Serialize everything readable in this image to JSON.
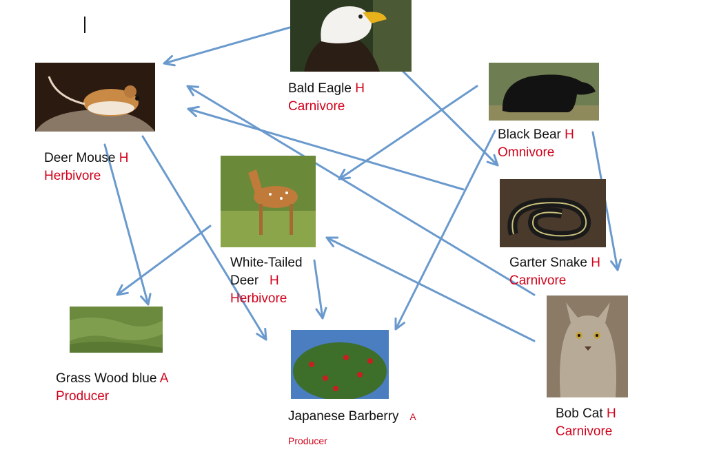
{
  "organisms": [
    {
      "id": "bald-eagle",
      "name": "Bald Eagle",
      "tag": "H",
      "role": "Carnivore"
    },
    {
      "id": "deer-mouse",
      "name": "Deer Mouse",
      "tag": "H",
      "role": "Herbivore"
    },
    {
      "id": "black-bear",
      "name": "Black Bear",
      "tag": "H",
      "role": "Omnivore"
    },
    {
      "id": "white-tailed-deer",
      "name_line1": "White-Tailed",
      "name_line2": "Deer",
      "tag": "H",
      "role": "Herbivore"
    },
    {
      "id": "garter-snake",
      "name": "Garter Snake",
      "tag": "H",
      "role": "Carnivore"
    },
    {
      "id": "bob-cat",
      "name": "Bob Cat",
      "tag": "H",
      "role": "Carnivore"
    },
    {
      "id": "grass-wood-blue",
      "name": "Grass Wood blue",
      "tag": "A",
      "role": "Producer"
    },
    {
      "id": "japanese-barberry",
      "name": "Japanese Barberry",
      "tag": "A",
      "role": "Producer"
    }
  ],
  "colors": {
    "arrow": "#6a9acd",
    "label_red": "#d0021b",
    "text": "#111111"
  }
}
